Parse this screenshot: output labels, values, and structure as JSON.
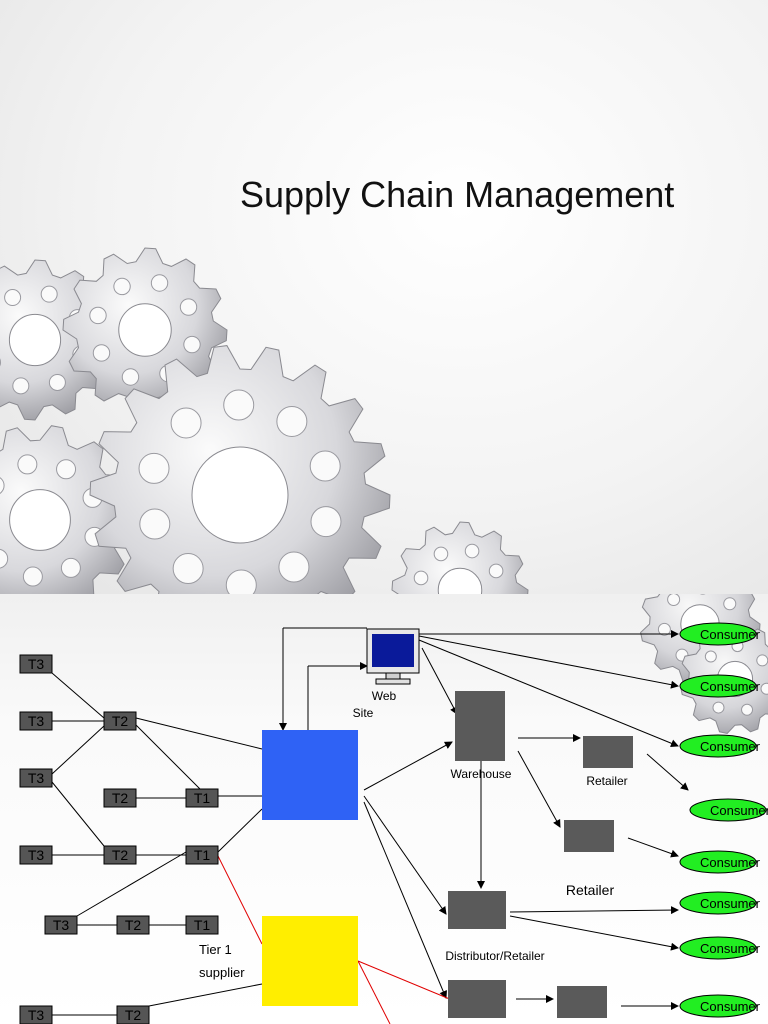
{
  "title_slide": {
    "title": "Supply Chain Management"
  },
  "diagram": {
    "tier_nodes": [
      "T3",
      "T3",
      "T3",
      "T3",
      "T3",
      "T3",
      "T2",
      "T2",
      "T2",
      "T2",
      "T2",
      "T1",
      "T1",
      "T1"
    ],
    "labels": {
      "web_site": "Web\nSite",
      "warehouse": "Warehouse",
      "retailer_1": "Retailer",
      "retailer_2": "Retailer",
      "distributor_retailer": "Distributor/Retailer",
      "tier1_supplier": "Tier 1\nsupplier"
    },
    "consumer_label": "Consumer",
    "consumer_count": 8,
    "colors": {
      "tier_node": "#555555",
      "facility": "#5a5a5a",
      "manufacturer": "#2f62f5",
      "tier1_supplier_box": "#ffee00",
      "consumer": "#22ee22",
      "red_link": "#e00000",
      "monitor_screen": "#0a1a9a"
    }
  }
}
